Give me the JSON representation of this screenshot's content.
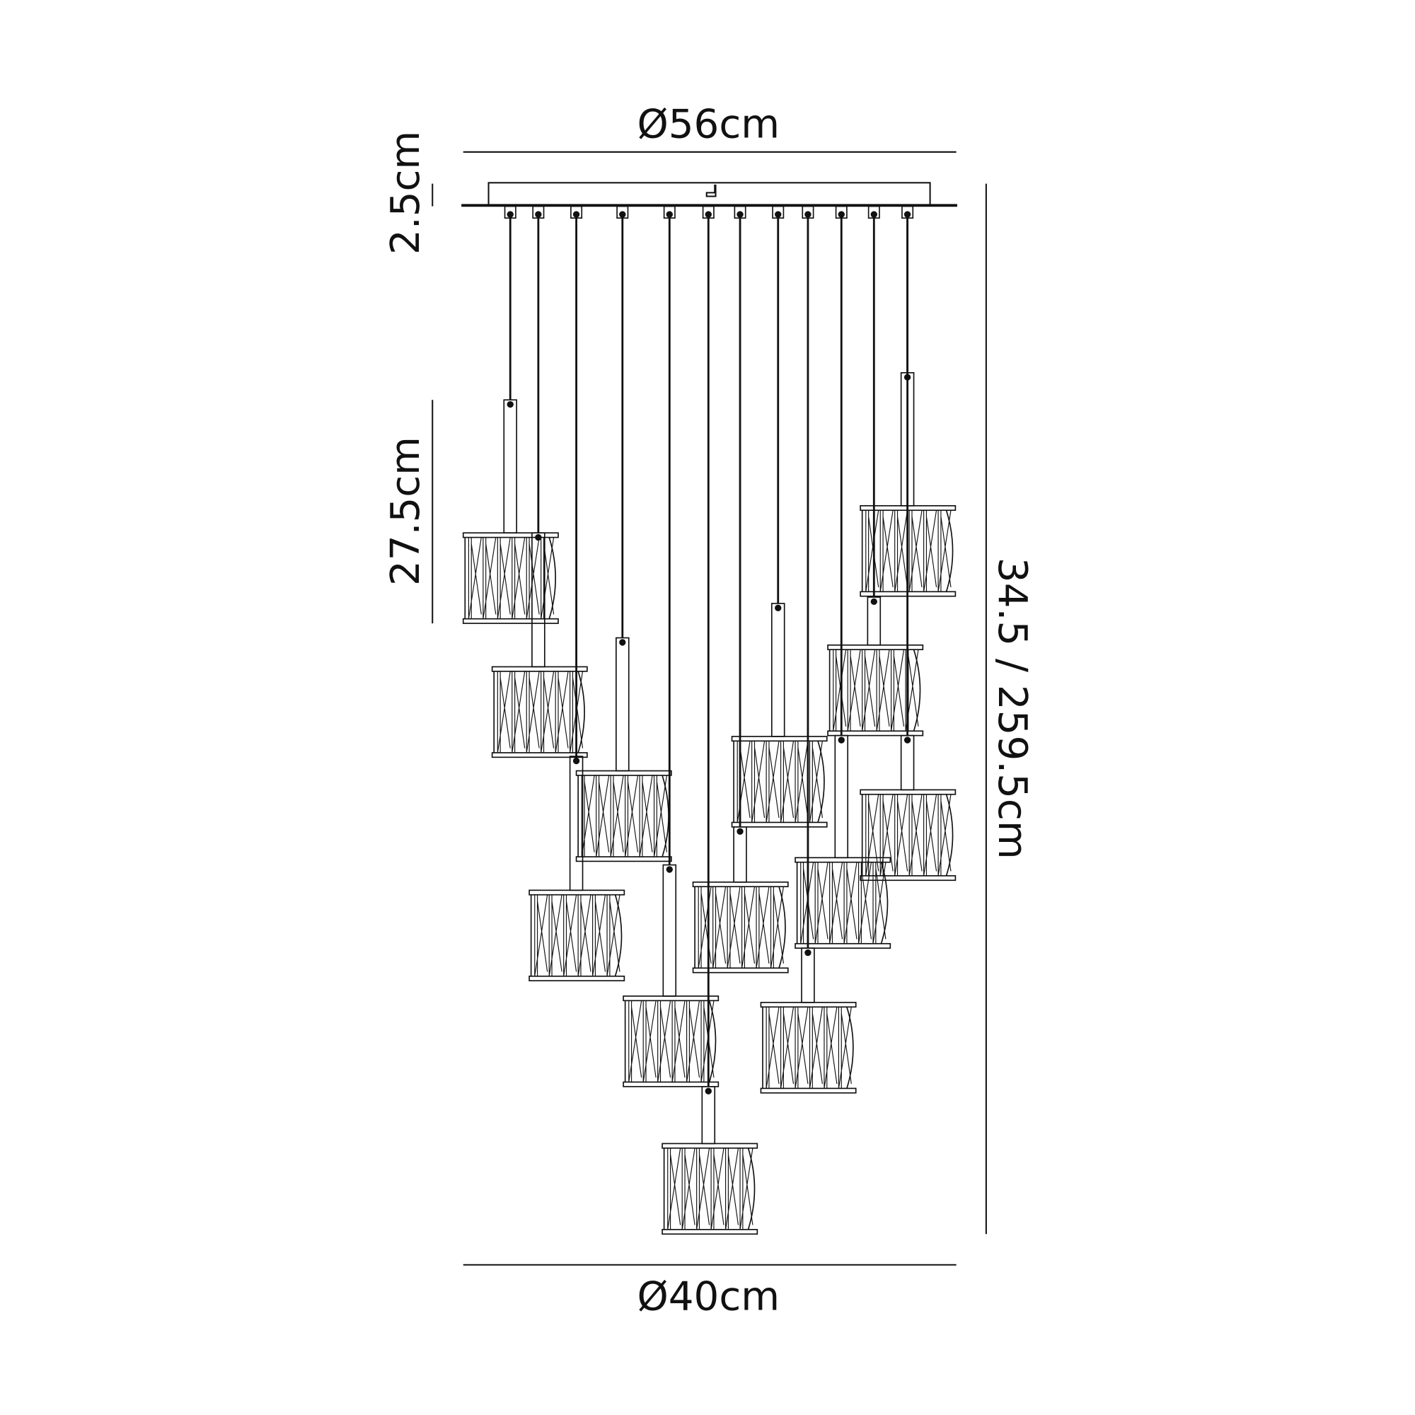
{
  "title": "Pendant light dimension drawing",
  "dimensions": {
    "canopy_diameter": "Ø56cm",
    "canopy_height": "2.5cm",
    "shade_height": "27.5cm",
    "overall_height": "34.5 / 259.5cm",
    "cluster_diameter": "Ø40cm"
  },
  "colors": {
    "line": "#111111",
    "background": "#ffffff"
  }
}
